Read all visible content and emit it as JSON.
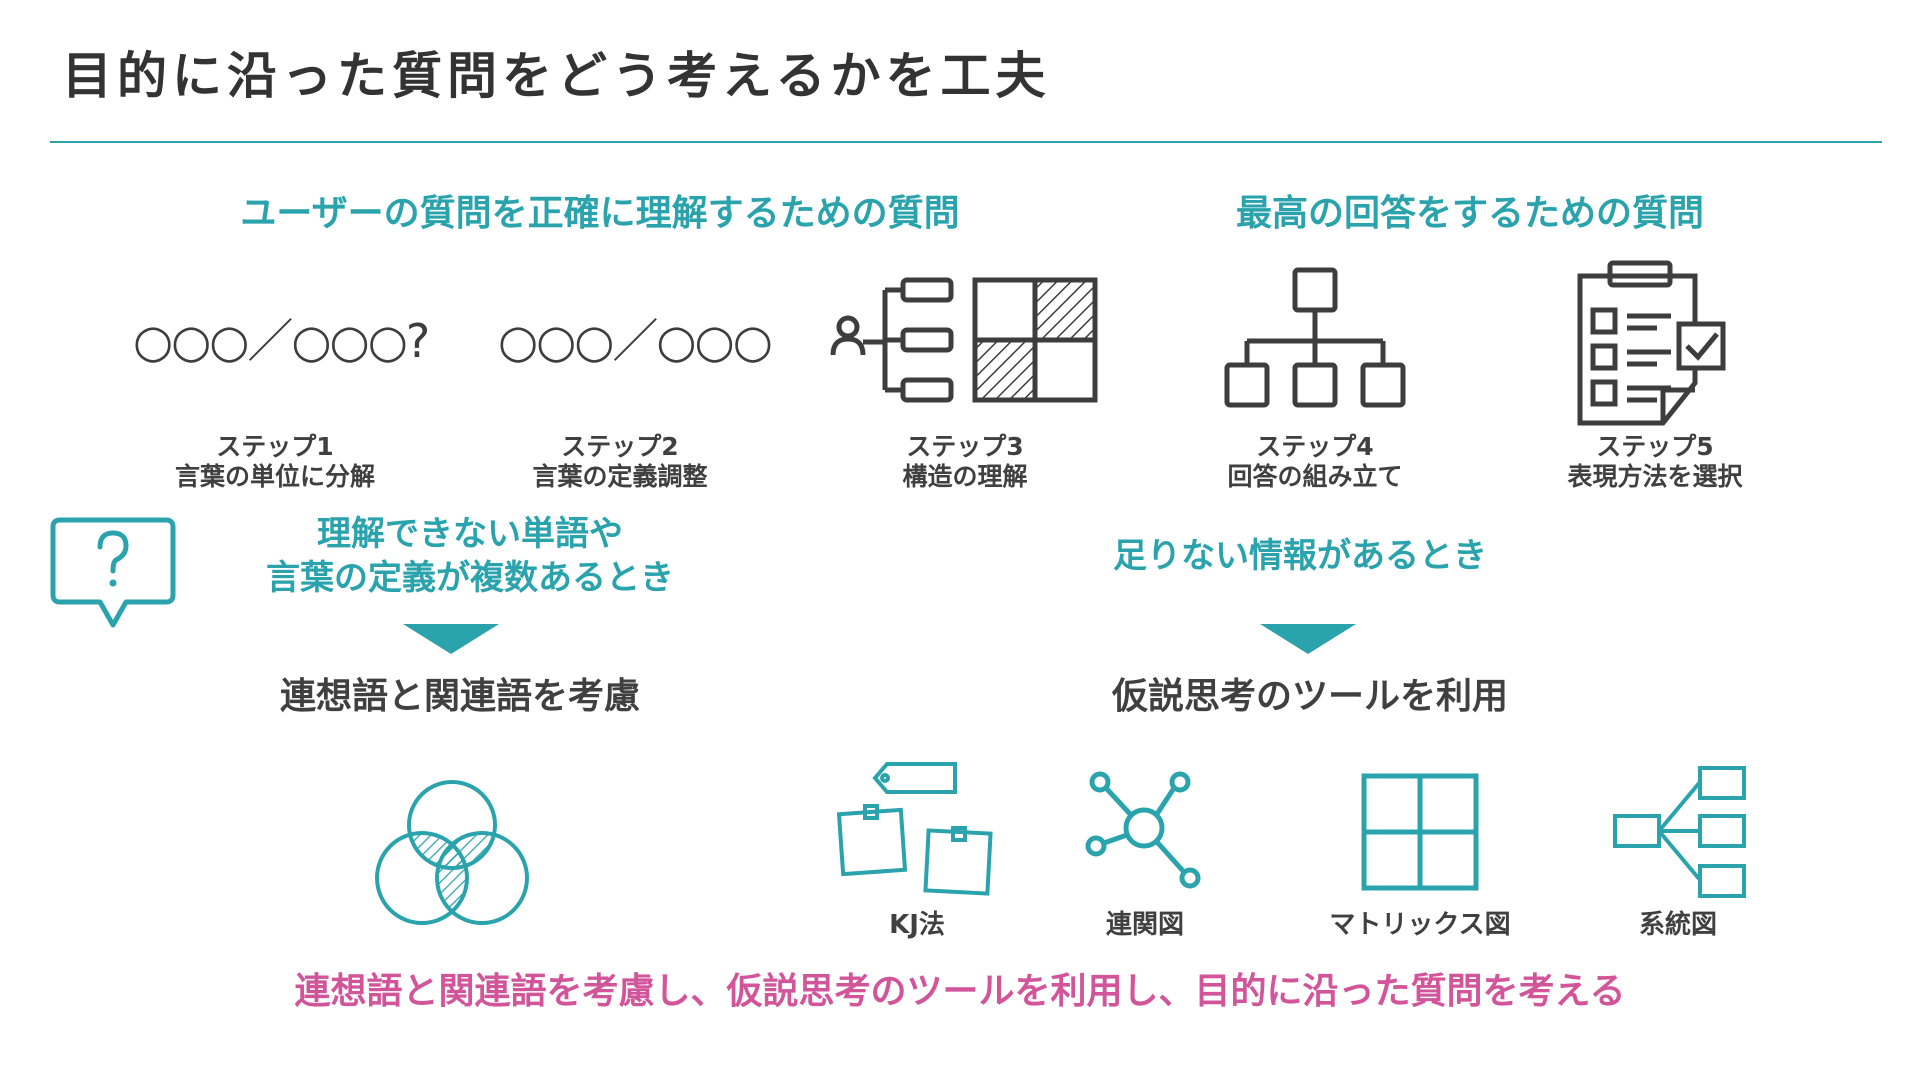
{
  "title": "目的に沿った質問をどう考えるかを工夫",
  "sections": {
    "left_heading": "ユーザーの質問を正確に理解するための質問",
    "right_heading": "最高の回答をするための質問"
  },
  "steps": [
    {
      "step": "ステップ1",
      "label": "言葉の単位に分解",
      "icon": "words-question-icon",
      "icon_text": "○○○／○○○?"
    },
    {
      "step": "ステップ2",
      "label": "言葉の定義調整",
      "icon": "words-split-icon",
      "icon_text": "○○○／○○○"
    },
    {
      "step": "ステップ3",
      "label": "構造の理解",
      "icon": "structure-matrix-icon"
    },
    {
      "step": "ステップ4",
      "label": "回答の組み立て",
      "icon": "org-tree-icon"
    },
    {
      "step": "ステップ5",
      "label": "表現方法を選択",
      "icon": "checklist-icon"
    }
  ],
  "left_branch": {
    "condition_line1": "理解できない単語や",
    "condition_line2": "言葉の定義が複数あるとき",
    "action": "連想語と関連語を考慮",
    "icon": "venn-diagram-icon"
  },
  "right_branch": {
    "condition": "足りない情報があるとき",
    "action": "仮説思考のツールを利用"
  },
  "tools": [
    {
      "label": "KJ法",
      "icon": "sticky-notes-icon"
    },
    {
      "label": "連関図",
      "icon": "network-icon"
    },
    {
      "label": "マトリックス図",
      "icon": "matrix-icon"
    },
    {
      "label": "系統図",
      "icon": "tree-diagram-icon"
    }
  ],
  "conclusion": "連想語と関連語を考慮し、仮説思考のツールを利用し、目的に沿った質問を考える",
  "colors": {
    "accent": "#2aa3ad",
    "conclusion": "#d2559a",
    "icon_gray": "#3d3d3d"
  }
}
